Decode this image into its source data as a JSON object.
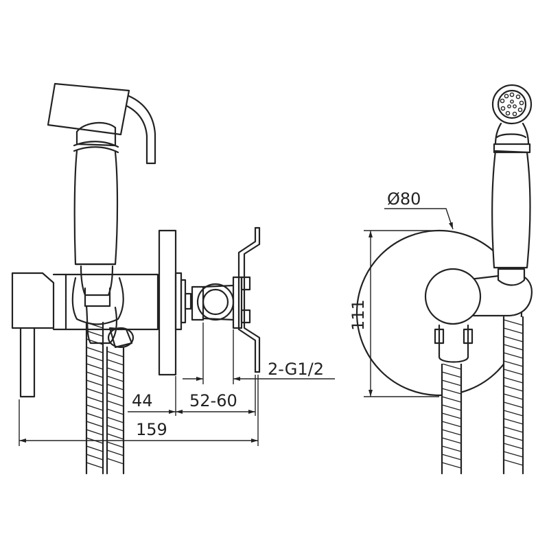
{
  "drawing": {
    "dimensions": {
      "diameter": "Ø80",
      "height": "111",
      "depth_body": "44",
      "depth_wall": "52-60",
      "total_length": "159",
      "connection": "2-G1/2"
    },
    "line_color": "#222222",
    "background": "#ffffff"
  }
}
